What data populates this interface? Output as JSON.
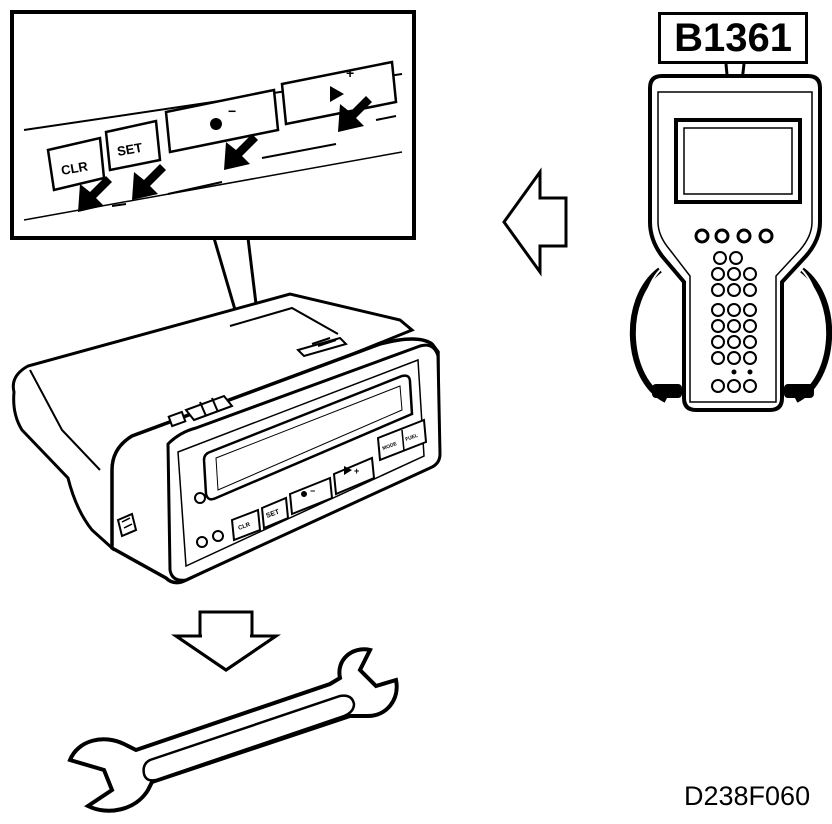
{
  "tester_display": {
    "code": "B1361"
  },
  "figure_id": "D238F060",
  "zoom_buttons": {
    "clr": "CLR",
    "set": "SET",
    "minus": "●−",
    "plus": "▶+"
  },
  "unit_buttons": {
    "clr": "CLR",
    "set": "SET",
    "minus": "●−",
    "plus": "▶+",
    "mode": "MODE",
    "fuel": "FUEL"
  },
  "icons": {
    "tester": "hand-held-tester-icon",
    "wrench": "wrench-icon",
    "arrow_left": "hollow-arrow-left-icon",
    "arrow_down": "hollow-arrow-down-icon",
    "press_arrow": "press-arrow-icon"
  }
}
